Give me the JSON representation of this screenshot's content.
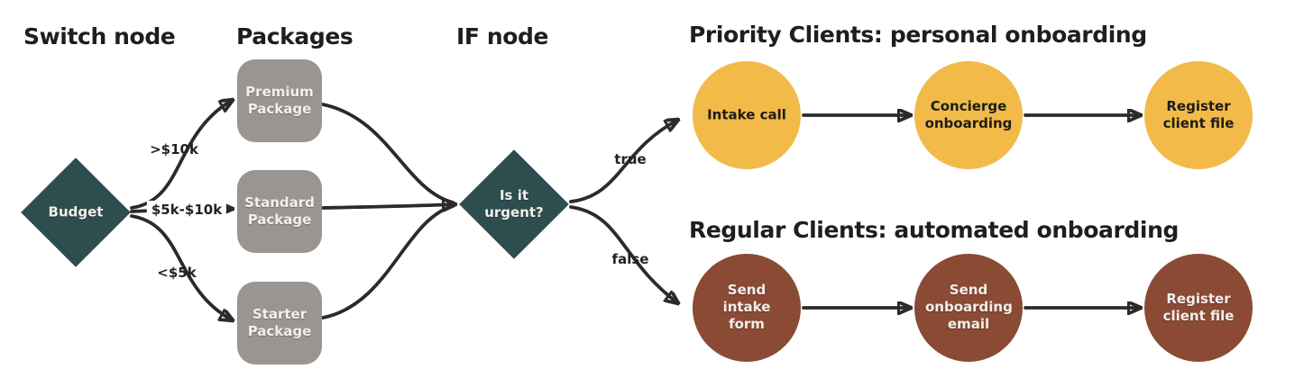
{
  "headings": {
    "switch_node": "Switch node",
    "packages": "Packages",
    "if_node": "IF node",
    "priority": "Priority Clients: personal onboarding",
    "regular": "Regular Clients: automated onboarding"
  },
  "nodes": {
    "budget": "Budget",
    "premium": "Premium Package",
    "standard": "Standard Package",
    "starter": "Starter Package",
    "urgent": "Is it urgent?",
    "intake_call": "Intake call",
    "concierge": "Concierge onboarding",
    "register_priority": "Register client file",
    "send_intake": "Send intake form",
    "send_email": "Send onboarding email",
    "register_regular": "Register client file"
  },
  "edge_labels": {
    "over_10k": ">$10k",
    "mid_range": "$5k-$10k",
    "under_5k": "<$5k",
    "true_branch": "true",
    "false_branch": "false"
  },
  "colors": {
    "decision_diamond": "#2e4d4e",
    "package_box": "#9a9492",
    "priority_circle": "#f2ba49",
    "regular_circle": "#8a4a33",
    "connector": "#2b2b2b",
    "heading_text": "#1e1e1e"
  }
}
